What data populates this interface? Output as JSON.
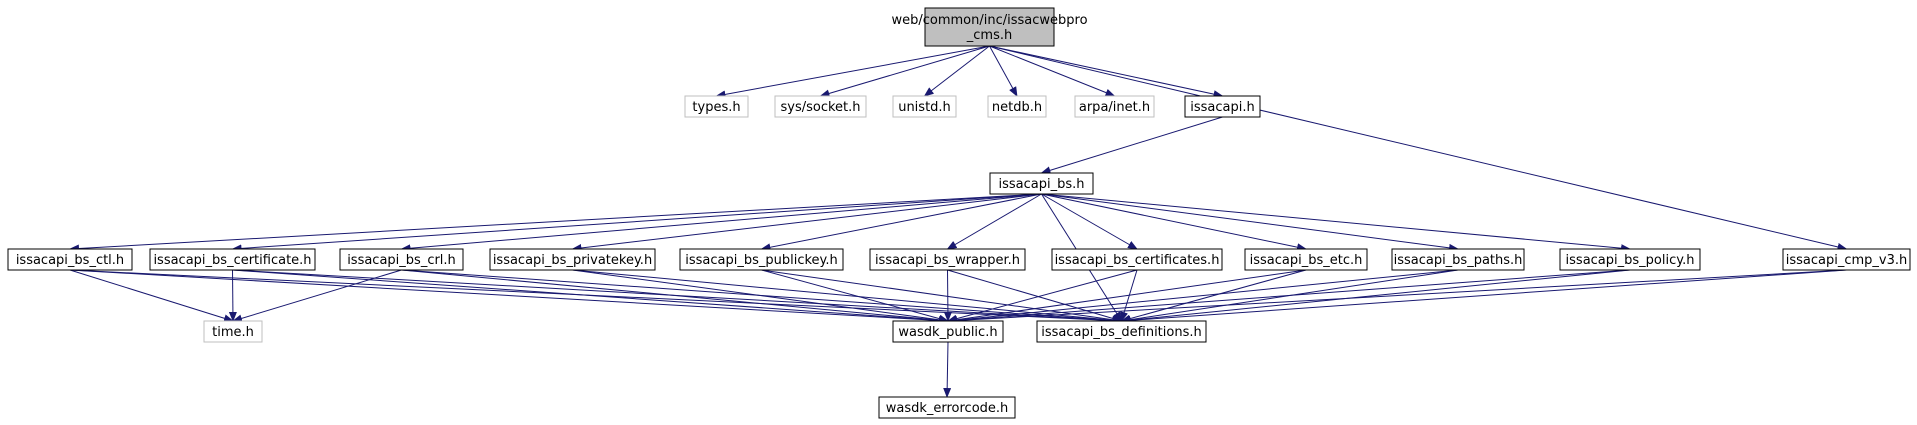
{
  "colors": {
    "edge": "#191970",
    "root_fill": "#bfbfbf",
    "root_border": "#000000",
    "normal_border": "#000000",
    "external_border": "#bfbfbf",
    "text": "#000000"
  },
  "nodes": [
    {
      "id": "root",
      "kind": "root",
      "lines": [
        "web/common/inc/issacwebpro",
        "_cms.h"
      ]
    },
    {
      "id": "types",
      "kind": "external",
      "lines": [
        "types.h"
      ]
    },
    {
      "id": "socket",
      "kind": "external",
      "lines": [
        "sys/socket.h"
      ]
    },
    {
      "id": "unistd",
      "kind": "external",
      "lines": [
        "unistd.h"
      ]
    },
    {
      "id": "netdb",
      "kind": "external",
      "lines": [
        "netdb.h"
      ]
    },
    {
      "id": "inet",
      "kind": "external",
      "lines": [
        "arpa/inet.h"
      ]
    },
    {
      "id": "issacapi",
      "kind": "normal",
      "lines": [
        "issacapi.h"
      ]
    },
    {
      "id": "bs",
      "kind": "normal",
      "lines": [
        "issacapi_bs.h"
      ]
    },
    {
      "id": "ctl",
      "kind": "normal",
      "lines": [
        "issacapi_bs_ctl.h"
      ]
    },
    {
      "id": "cert",
      "kind": "normal",
      "lines": [
        "issacapi_bs_certificate.h"
      ]
    },
    {
      "id": "crl",
      "kind": "normal",
      "lines": [
        "issacapi_bs_crl.h"
      ]
    },
    {
      "id": "privkey",
      "kind": "normal",
      "lines": [
        "issacapi_bs_privatekey.h"
      ]
    },
    {
      "id": "pubkey",
      "kind": "normal",
      "lines": [
        "issacapi_bs_publickey.h"
      ]
    },
    {
      "id": "wrapper",
      "kind": "normal",
      "lines": [
        "issacapi_bs_wrapper.h"
      ]
    },
    {
      "id": "certs",
      "kind": "normal",
      "lines": [
        "issacapi_bs_certificates.h"
      ]
    },
    {
      "id": "etc",
      "kind": "normal",
      "lines": [
        "issacapi_bs_etc.h"
      ]
    },
    {
      "id": "paths",
      "kind": "normal",
      "lines": [
        "issacapi_bs_paths.h"
      ]
    },
    {
      "id": "policy",
      "kind": "normal",
      "lines": [
        "issacapi_bs_policy.h"
      ]
    },
    {
      "id": "cmp",
      "kind": "normal",
      "lines": [
        "issacapi_cmp_v3.h"
      ]
    },
    {
      "id": "time",
      "kind": "external",
      "lines": [
        "time.h"
      ]
    },
    {
      "id": "wasdk",
      "kind": "normal",
      "lines": [
        "wasdk_public.h"
      ]
    },
    {
      "id": "defs",
      "kind": "normal",
      "lines": [
        "issacapi_bs_definitions.h"
      ]
    },
    {
      "id": "err",
      "kind": "normal",
      "lines": [
        "wasdk_errorcode.h"
      ]
    }
  ],
  "edges": [
    [
      "root",
      "types"
    ],
    [
      "root",
      "socket"
    ],
    [
      "root",
      "unistd"
    ],
    [
      "root",
      "netdb"
    ],
    [
      "root",
      "inet"
    ],
    [
      "root",
      "issacapi"
    ],
    [
      "root",
      "cmp"
    ],
    [
      "issacapi",
      "bs"
    ],
    [
      "bs",
      "ctl"
    ],
    [
      "bs",
      "cert"
    ],
    [
      "bs",
      "crl"
    ],
    [
      "bs",
      "privkey"
    ],
    [
      "bs",
      "pubkey"
    ],
    [
      "bs",
      "wrapper"
    ],
    [
      "bs",
      "certs"
    ],
    [
      "bs",
      "etc"
    ],
    [
      "bs",
      "paths"
    ],
    [
      "bs",
      "policy"
    ],
    [
      "bs",
      "defs"
    ],
    [
      "ctl",
      "time"
    ],
    [
      "ctl",
      "wasdk"
    ],
    [
      "ctl",
      "defs"
    ],
    [
      "cert",
      "time"
    ],
    [
      "cert",
      "wasdk"
    ],
    [
      "cert",
      "defs"
    ],
    [
      "crl",
      "time"
    ],
    [
      "crl",
      "wasdk"
    ],
    [
      "crl",
      "defs"
    ],
    [
      "privkey",
      "wasdk"
    ],
    [
      "privkey",
      "defs"
    ],
    [
      "pubkey",
      "wasdk"
    ],
    [
      "pubkey",
      "defs"
    ],
    [
      "wrapper",
      "wasdk"
    ],
    [
      "wrapper",
      "defs"
    ],
    [
      "certs",
      "wasdk"
    ],
    [
      "certs",
      "defs"
    ],
    [
      "etc",
      "wasdk"
    ],
    [
      "etc",
      "defs"
    ],
    [
      "paths",
      "wasdk"
    ],
    [
      "paths",
      "defs"
    ],
    [
      "policy",
      "wasdk"
    ],
    [
      "policy",
      "defs"
    ],
    [
      "cmp",
      "wasdk"
    ],
    [
      "cmp",
      "defs"
    ],
    [
      "wasdk",
      "err"
    ]
  ]
}
